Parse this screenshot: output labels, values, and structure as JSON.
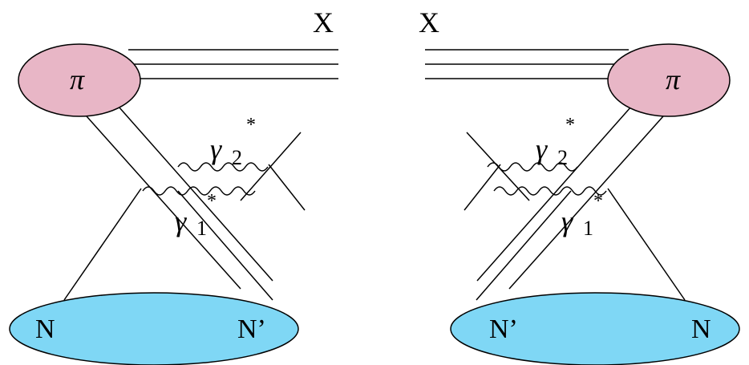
{
  "diagram": {
    "left": {
      "outgoing_label": "X",
      "pion_label": "π",
      "photon_top": {
        "symbol": "γ",
        "index": "2",
        "mark": "*"
      },
      "photon_bottom": {
        "symbol": "γ",
        "index": "1",
        "mark": "*"
      },
      "nucleon_in": "N",
      "nucleon_out": "N’"
    },
    "right": {
      "outgoing_label": "X",
      "pion_label": "π",
      "photon_top": {
        "symbol": "γ",
        "index": "2",
        "mark": "*"
      },
      "photon_bottom": {
        "symbol": "γ",
        "index": "1",
        "mark": "*"
      },
      "nucleon_in": "N",
      "nucleon_out": "N’"
    }
  },
  "colors": {
    "pion_blob": "#e8b6c6",
    "nucleon_blob": "#7fd7f5",
    "line": "#000000"
  }
}
